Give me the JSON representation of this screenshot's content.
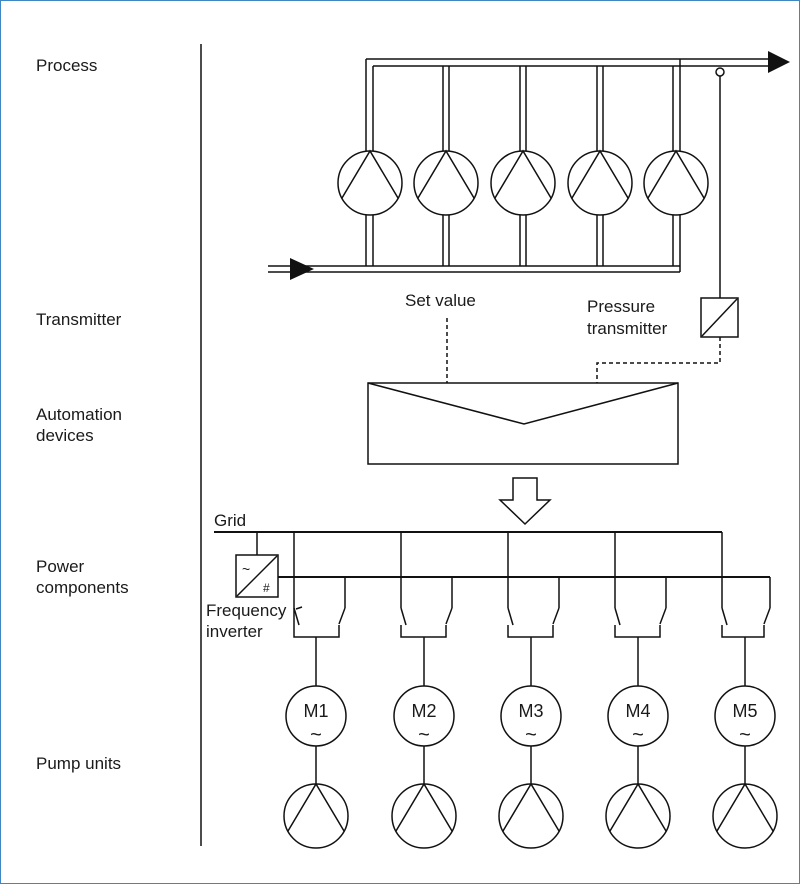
{
  "categories": {
    "process": "Process",
    "transmitter": "Transmitter",
    "automation_line1": "Automation",
    "automation_line2": "devices",
    "power_line1": "Power",
    "power_line2": "components",
    "pump_units": "Pump units"
  },
  "labels": {
    "set_value": "Set value",
    "pressure_line1": "Pressure",
    "pressure_line2": "transmitter",
    "grid": "Grid",
    "freq_line1": "Frequency",
    "freq_line2": "inverter"
  },
  "motors": [
    {
      "name": "M1"
    },
    {
      "name": "M2"
    },
    {
      "name": "M3"
    },
    {
      "name": "M4"
    },
    {
      "name": "M5"
    }
  ],
  "colors": {
    "frame": "#3d87c4",
    "line": "#111111"
  }
}
